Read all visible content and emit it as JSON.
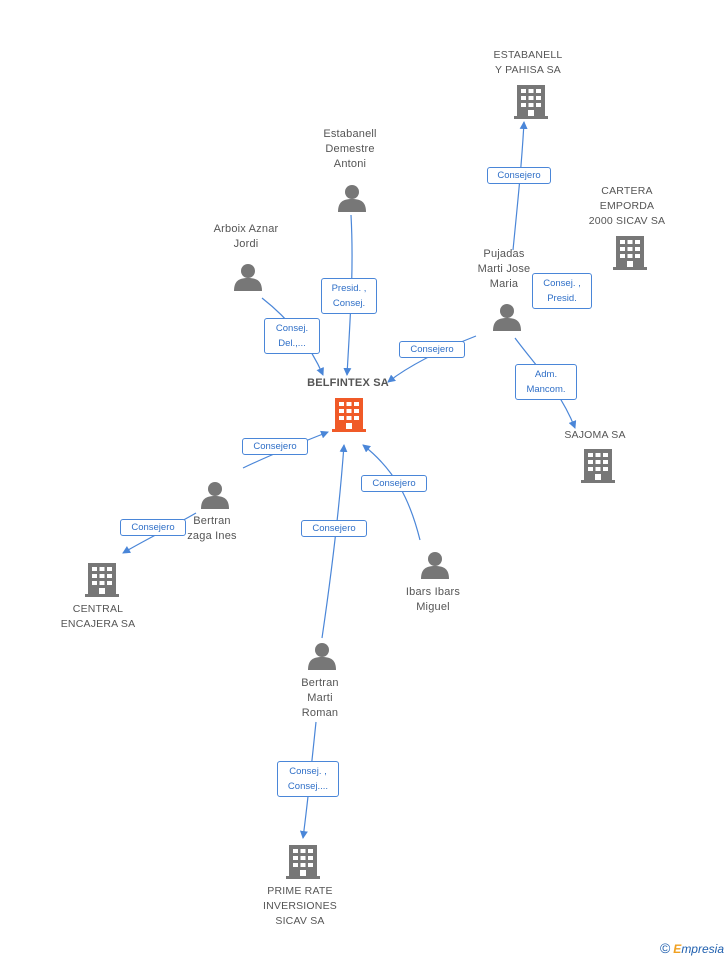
{
  "colors": {
    "edge": "#4a86d8",
    "node_gray": "#777777",
    "center_orange": "#f05a28"
  },
  "center": {
    "name": "BELFINTEX SA"
  },
  "nodes": {
    "estabanell_pahisa": {
      "lines": [
        "ESTABANELL",
        "Y PAHISA SA"
      ],
      "icon": "building-icon"
    },
    "estabanell_demestre": {
      "lines": [
        "Estabanell",
        "Demestre",
        "Antoni"
      ],
      "icon": "person-icon"
    },
    "cartera_emporda": {
      "lines": [
        "CARTERA",
        "EMPORDA",
        "2000 SICAV SA"
      ],
      "icon": "building-icon"
    },
    "arboix": {
      "lines": [
        "Arboix Aznar",
        "Jordi"
      ],
      "icon": "person-icon"
    },
    "pujadas": {
      "lines": [
        "Pujadas",
        "Marti Jose",
        "Maria"
      ],
      "icon": "person-icon"
    },
    "sajoma": {
      "lines": [
        "SAJOMA SA"
      ],
      "icon": "building-icon"
    },
    "bertran_ines": {
      "lines": [
        "Bertran",
        "zaga Ines"
      ],
      "icon": "person-icon"
    },
    "central_encajera": {
      "lines": [
        "CENTRAL",
        "ENCAJERA SA"
      ],
      "icon": "building-icon"
    },
    "ibars": {
      "lines": [
        "Ibars Ibars",
        "Miguel"
      ],
      "icon": "person-icon"
    },
    "bertran_roman": {
      "lines": [
        "Bertran",
        "Marti",
        "Roman"
      ],
      "icon": "person-icon"
    },
    "prime_rate": {
      "lines": [
        "PRIME RATE",
        "INVERSIONES",
        "SICAV SA"
      ],
      "icon": "building-icon"
    }
  },
  "relations": {
    "pujadas_estabanell": [
      "Consejero"
    ],
    "demestre_belfintex": [
      "Presid. ,",
      "Consej."
    ],
    "arboix_belfintex": [
      "Consej.",
      "Del.,..."
    ],
    "pujadas_cartera": [
      "Consej. ,",
      "Presid."
    ],
    "pujadas_belfintex": [
      "Consejero"
    ],
    "pujadas_sajoma": [
      "Adm.",
      "Mancom."
    ],
    "ines_belfintex": [
      "Consejero"
    ],
    "ines_central": [
      "Consejero"
    ],
    "ibars_belfintex": [
      "Consejero"
    ],
    "roman_belfintex": [
      "Consejero"
    ],
    "roman_prime": [
      "Consej. ,",
      "Consej...."
    ]
  },
  "watermark": {
    "symbol": "©",
    "brand_initial": "E",
    "brand_rest": "mpresia"
  }
}
